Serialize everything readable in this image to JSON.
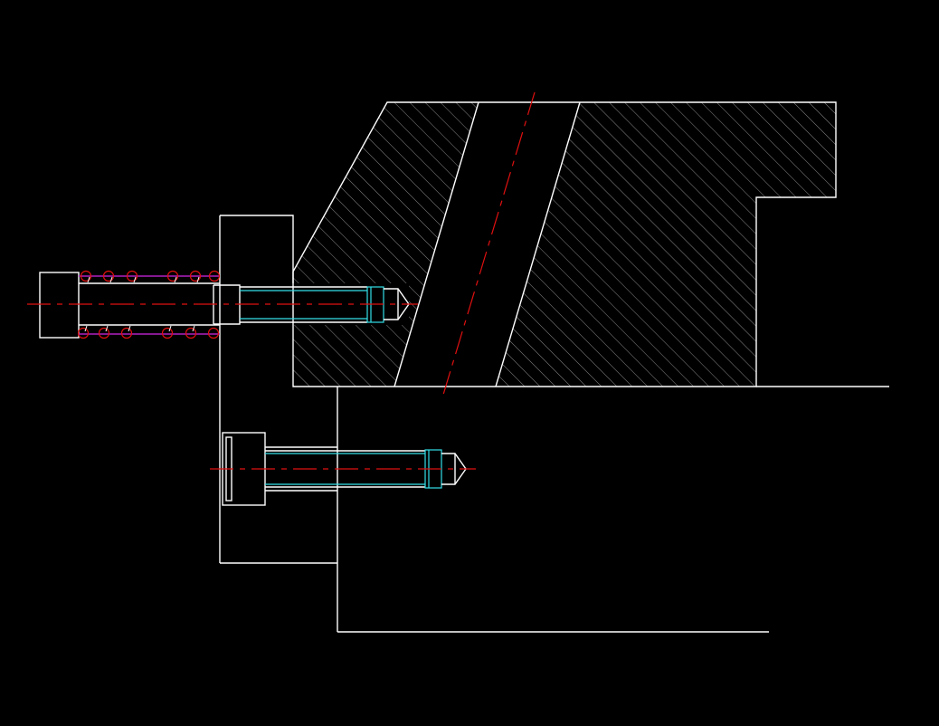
{
  "drawing": {
    "background": "#000000",
    "colors": {
      "outline": "#ffffff",
      "thread": "#33e0e8",
      "centerline": "#e01010",
      "spring": "#b020c0",
      "hatch": "#9a9a9a"
    },
    "parts": [
      "sliding-block",
      "clamp-plate",
      "base-plate",
      "spring-loaded-shoulder-bolt",
      "compression-spring",
      "socket-head-cap-screw"
    ]
  }
}
